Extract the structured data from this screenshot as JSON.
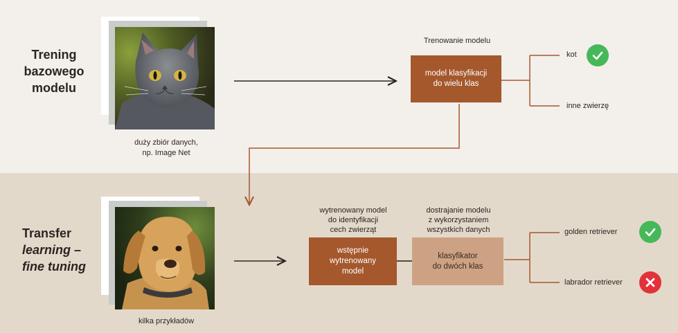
{
  "top": {
    "title_lines": [
      "Trening",
      "bazowego",
      "modelu"
    ],
    "image_caption_lines": [
      "duży zbiór danych,",
      "np. Image Net"
    ],
    "stage_label": "Trenowanie modelu",
    "model_box_lines": [
      "model klasyfikacji",
      "do wielu klas"
    ],
    "outcomes": [
      {
        "label": "kot",
        "badge": "check-icon"
      },
      {
        "label": "inne zwierzę",
        "badge": null
      }
    ]
  },
  "bottom": {
    "title_line1": "Transfer",
    "title_line2": "learning –",
    "title_line3": "fine tuning",
    "image_caption": "kilka przykładów",
    "pretrained_label_lines": [
      "wytrenowany model",
      "do identyfikacji",
      "cech zwierząt"
    ],
    "finetune_label_lines": [
      "dostrajanie modelu",
      "z wykorzystaniem",
      "wszystkich danych"
    ],
    "pretrained_box_lines": [
      "wstępnie",
      "wytrenowany",
      "model"
    ],
    "classifier_box_lines": [
      "klasyfikator",
      "do dwóch klas"
    ],
    "outcomes": [
      {
        "label": "golden retriever",
        "badge": "check-icon"
      },
      {
        "label": "labrador retriever",
        "badge": "x-icon"
      }
    ]
  },
  "colors": {
    "accent": "#a4582c",
    "accent_light": "#cda284",
    "ok": "#46b85a",
    "error": "#e2323a"
  }
}
